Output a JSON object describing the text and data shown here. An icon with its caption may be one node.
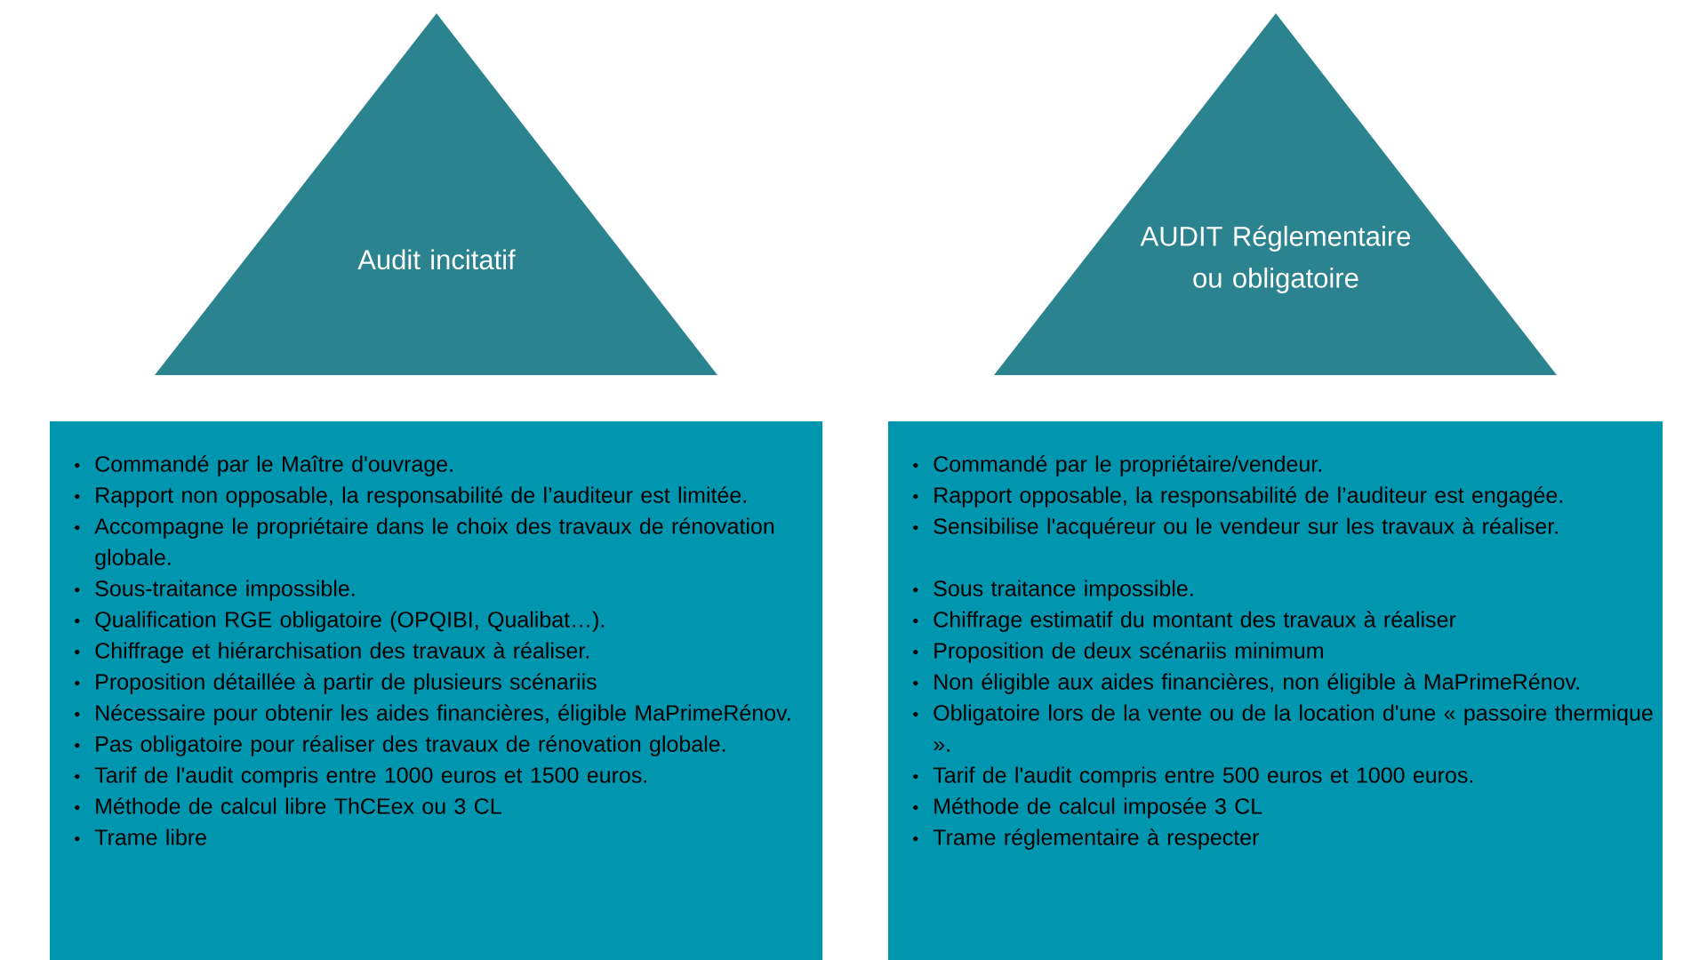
{
  "diagram": {
    "nodes": [
      {
        "text": [
          "Audit incitatif"
        ]
      },
      {
        "text": [
          "AUDIT Réglementaire ou obligatoire"
        ]
      },
      {
        "text": [
          "Commandé par le Maître d'ouvrage.",
          "Rapport non opposable, la responsabilité de l’auditeur est limitée.",
          "Accompagne le propriétaire dans le choix des travaux de rénovation globale.",
          "Sous-traitance impossible.",
          "Qualification RGE obligatoire (OPQIBI, Qualibat…).",
          "Chiffrage et hiérarchisation des travaux à réaliser.",
          "Proposition détaillée à partir de plusieurs scénariis",
          "Nécessaire pour obtenir les aides financières, éligible MaPrimeRénov.",
          "Pas obligatoire pour réaliser des travaux de rénovation globale.",
          "Tarif de l'audit compris entre 1000 euros et 1500 euros.",
          "Méthode de calcul libre ThCEex ou 3 CL",
          "Trame libre"
        ]
      },
      {
        "text": [
          "Commandé par le propriétaire/vendeur.",
          "Rapport opposable, la responsabilité de l’auditeur est engagée.",
          "Sensibilise l'acquéreur ou le vendeur sur les travaux à réaliser.",
          "Sous traitance impossible.",
          "Chiffrage estimatif du montant des travaux à réaliser",
          "Proposition de deux scénariis minimum",
          "Non éligible aux aides financières, non éligible à MaPrimeRénov.",
          "Obligatoire lors de la vente ou de la location d'une « passoire thermique ».",
          "Tarif de l'audit compris entre 500 euros et 1000 euros.",
          "Méthode de calcul imposée 3 CL",
          "Trame réglementaire à respecter"
        ]
      }
    ]
  }
}
